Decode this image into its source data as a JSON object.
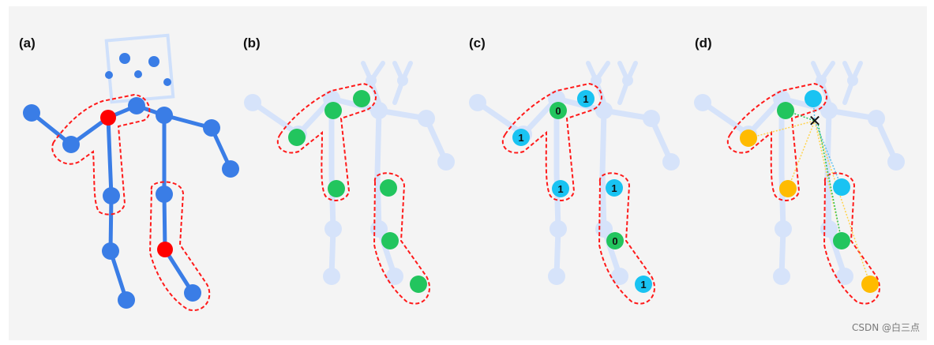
{
  "panels": [
    {
      "label": "(a)"
    },
    {
      "label": "(b)"
    },
    {
      "label": "(c)"
    },
    {
      "label": "(d)"
    }
  ],
  "node_numbers": {
    "c_left_top": "0",
    "c_left_right": "1",
    "c_left_left": "1",
    "c_left_bottom": "1",
    "c_right_top": "1",
    "c_right_mid": "0",
    "c_right_bottom": "1"
  },
  "cross_mark": "✕",
  "watermark": "CSDN @白三点",
  "colors": {
    "skeleton": "#3a7de6",
    "skeleton_faded": "#d6e3fa",
    "joint_red": "#ff0000",
    "joint_green": "#22c55e",
    "joint_cyan": "#19c3f2",
    "joint_orange": "#ffbb00",
    "dashed_outline": "#ff1a1a",
    "background": "#f4f4f4"
  }
}
